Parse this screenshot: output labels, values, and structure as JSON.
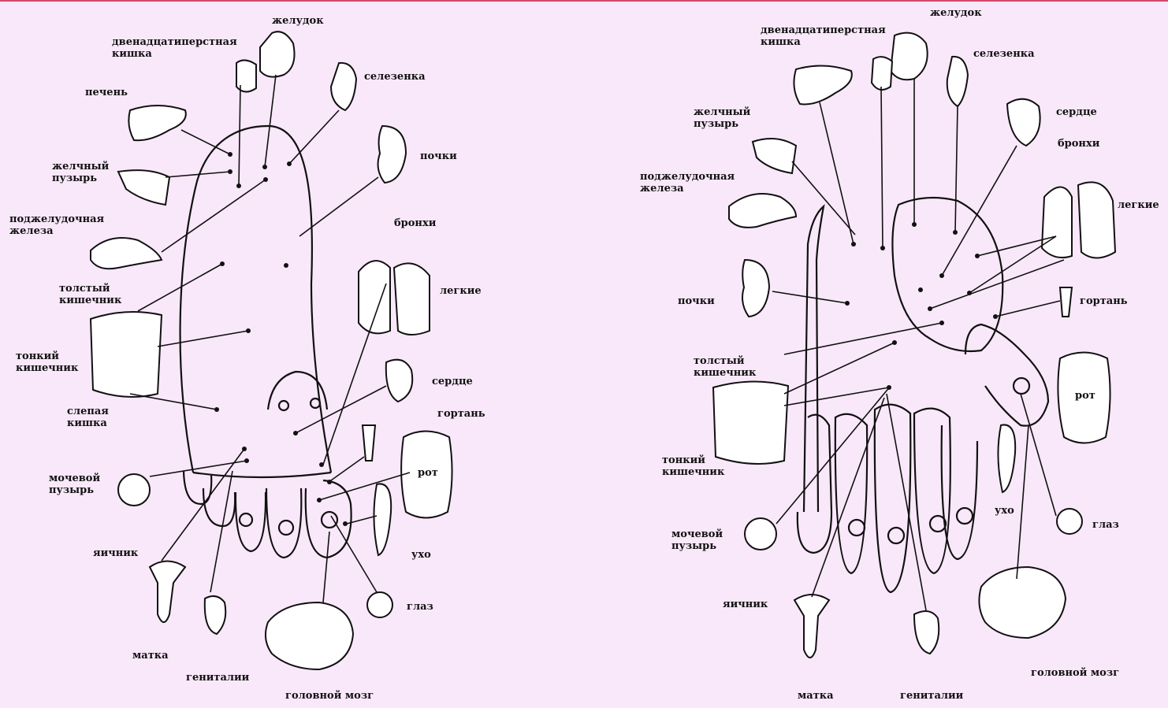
{
  "left_labels": {
    "stomach": "желудок",
    "duodenum": "двенадцатиперстная\nкишка",
    "spleen": "селезенка",
    "liver": "печень",
    "kidneys": "почки",
    "gallbladder": "желчный\nпузырь",
    "pancreas": "поджелудочная\nжелеза",
    "bronchi": "бронхи",
    "colon": "толстый\nкишечник",
    "lungs": "легкие",
    "small_intestine": "тонкий\nкишечник",
    "heart": "сердце",
    "caecum": "слепая\nкишка",
    "larynx": "гортань",
    "mouth": "рот",
    "bladder": "мочевой\nпузырь",
    "ear": "ухо",
    "ovary": "яичник",
    "eye": "глаз",
    "uterus": "матка",
    "genitals": "гениталии",
    "brain": "головной мозг"
  },
  "right_labels": {
    "stomach": "желудок",
    "duodenum": "двенадцатиперстная\nкишка",
    "spleen": "селезенка",
    "gallbladder": "желчный\nпузырь",
    "heart": "сердце",
    "bronchi": "бронхи",
    "pancreas": "поджелудочная\nжелеза",
    "lungs": "легкие",
    "kidneys": "почки",
    "larynx": "гортань",
    "colon": "толстый\nкишечник",
    "mouth": "рот",
    "small_intestine": "тонкий\nкишечник",
    "ear": "ухо",
    "eye": "глаз",
    "bladder": "мочевой\nпузырь",
    "ovary": "яичник",
    "brain": "головной мозг",
    "uterus": "матка",
    "genitals": "гениталии"
  }
}
